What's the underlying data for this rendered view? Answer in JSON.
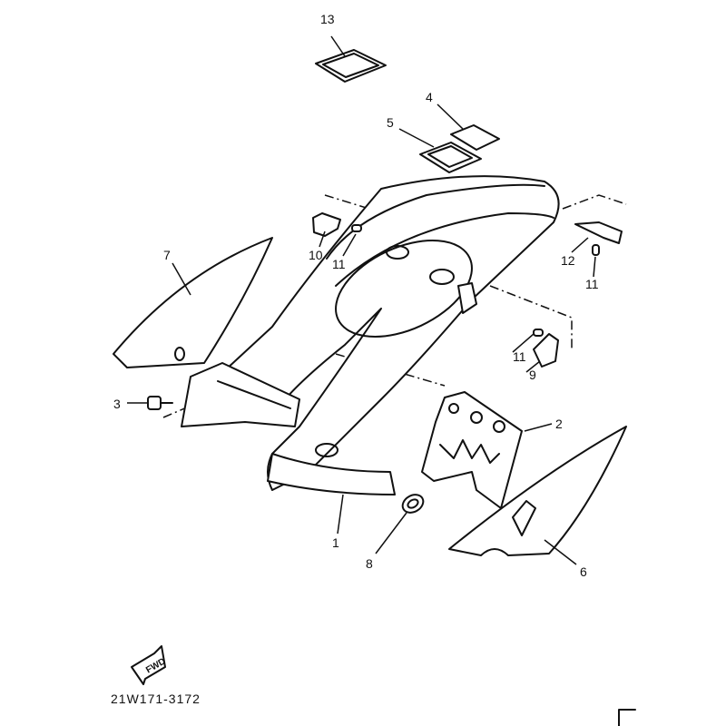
{
  "diagram": {
    "callouts": {
      "c13": "13",
      "c4": "4",
      "c5": "5",
      "c10": "10",
      "c11a": "11",
      "c7": "7",
      "c12": "12",
      "c11b": "11",
      "c11c": "11",
      "c9": "9",
      "c3": "3",
      "c2": "2",
      "c1": "1",
      "c8": "8",
      "c6": "6"
    },
    "fwd_label": "FWD",
    "part_code": "21W171-3172"
  }
}
